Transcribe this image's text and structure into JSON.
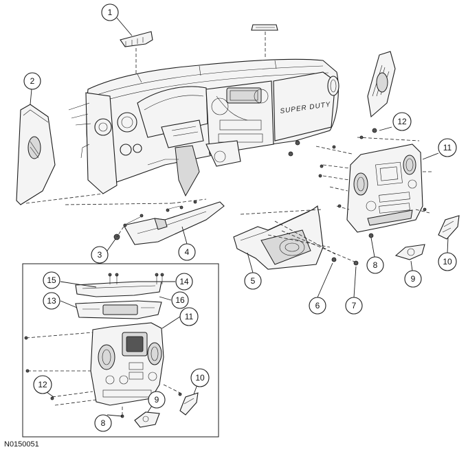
{
  "figure_id": "N0150051",
  "dash_brand_text": "SUPER DUTY",
  "callouts": [
    {
      "id": "c1",
      "label": "1"
    },
    {
      "id": "c2",
      "label": "2"
    },
    {
      "id": "c3",
      "label": "3"
    },
    {
      "id": "c4",
      "label": "4"
    },
    {
      "id": "c5",
      "label": "5"
    },
    {
      "id": "c6",
      "label": "6"
    },
    {
      "id": "c7",
      "label": "7"
    },
    {
      "id": "c8a",
      "label": "8"
    },
    {
      "id": "c9a",
      "label": "9"
    },
    {
      "id": "c10a",
      "label": "10"
    },
    {
      "id": "c11a",
      "label": "11"
    },
    {
      "id": "c12a",
      "label": "12"
    },
    {
      "id": "c14",
      "label": "14"
    },
    {
      "id": "c15",
      "label": "15"
    },
    {
      "id": "c13",
      "label": "13"
    },
    {
      "id": "c16",
      "label": "16"
    },
    {
      "id": "c11b",
      "label": "11"
    },
    {
      "id": "c10b",
      "label": "10"
    },
    {
      "id": "c9b",
      "label": "9"
    },
    {
      "id": "c12b",
      "label": "12"
    },
    {
      "id": "c8b",
      "label": "8"
    }
  ]
}
